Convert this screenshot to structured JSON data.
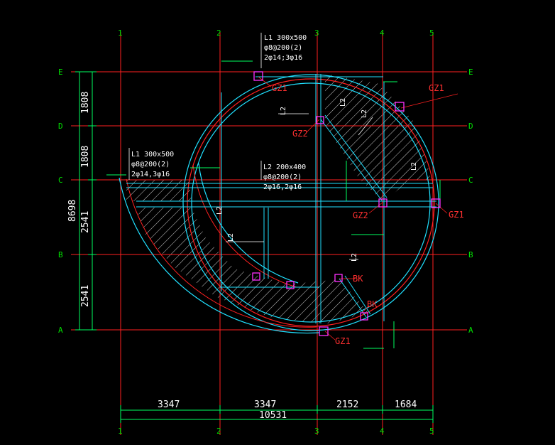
{
  "grid": {
    "vertical_labels": [
      "1",
      "2",
      "3",
      "4",
      "5"
    ],
    "horizontal_labels": [
      "E",
      "D",
      "C",
      "B",
      "A"
    ]
  },
  "dimensions": {
    "bottom_segments": [
      "3347",
      "3347",
      "2152",
      "1684"
    ],
    "bottom_total": "10531",
    "left_segments": [
      "1808",
      "1808",
      "2541",
      "2541"
    ],
    "left_total": "8698"
  },
  "beam_labels": {
    "l1_top": [
      "L1 300x500",
      "φ8@200(2)",
      "2φ14;3φ16"
    ],
    "l1_left": [
      "L1 300x500",
      "φ8@200(2)",
      "2φ14,3φ16"
    ],
    "l2_mid": [
      "L2 200x400",
      "φ8@200(2)",
      "2φ16,2φ16"
    ],
    "l2_tags": [
      "L2",
      "L2",
      "L2",
      "L2",
      "L2",
      "L2",
      "L2"
    ]
  },
  "column_labels": {
    "gz1": [
      "GZ1",
      "GZ1",
      "GZ1",
      "GZ1"
    ],
    "gz2": [
      "GZ2",
      "GZ2"
    ],
    "bk": [
      "BK",
      "BK"
    ]
  },
  "colors": {
    "grid_line": "#ff2020",
    "grid_label": "#00e000",
    "wall_outline": "#20e0ff",
    "beam_edge": "#ff2020",
    "column": "#ff30ff",
    "dimension": "#00ff60",
    "text": "#ffffff"
  }
}
